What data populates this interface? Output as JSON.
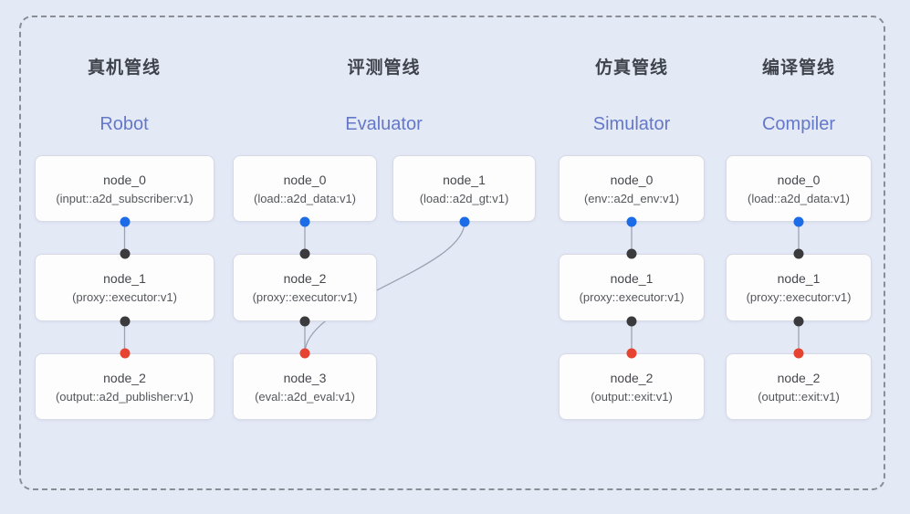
{
  "diagram": {
    "pipelines": [
      {
        "title_zh": "真机管线",
        "title_en": "Robot",
        "nodes": [
          {
            "name": "node_0",
            "type": "(input::a2d_subscriber:v1)"
          },
          {
            "name": "node_1",
            "type": "(proxy::executor:v1)"
          },
          {
            "name": "node_2",
            "type": "(output::a2d_publisher:v1)"
          }
        ]
      },
      {
        "title_zh": "评测管线",
        "title_en": "Evaluator",
        "nodes": [
          {
            "name": "node_0",
            "type": "(load::a2d_data:v1)"
          },
          {
            "name": "node_1",
            "type": "(load::a2d_gt:v1)"
          },
          {
            "name": "node_2",
            "type": "(proxy::executor:v1)"
          },
          {
            "name": "node_3",
            "type": "(eval::a2d_eval:v1)"
          }
        ]
      },
      {
        "title_zh": "仿真管线",
        "title_en": "Simulator",
        "nodes": [
          {
            "name": "node_0",
            "type": "(env::a2d_env:v1)"
          },
          {
            "name": "node_1",
            "type": "(proxy::executor:v1)"
          },
          {
            "name": "node_2",
            "type": "(output::exit:v1)"
          }
        ]
      },
      {
        "title_zh": "编译管线",
        "title_en": "Compiler",
        "nodes": [
          {
            "name": "node_0",
            "type": "(load::a2d_data:v1)"
          },
          {
            "name": "node_1",
            "type": "(proxy::executor:v1)"
          },
          {
            "name": "node_2",
            "type": "(output::exit:v1)"
          }
        ]
      }
    ],
    "colors": {
      "background": "#e4e9f6",
      "frame_dash": "#8b8d95",
      "node_fill": "#fdfdfe",
      "node_border": "#d6dae4",
      "wire": "#9aa3b2",
      "title_en_accent": "#6478c8",
      "title_zh_text": "#3f434b",
      "port_output_blue": "#1c6ce8",
      "port_input_black": "#3b3b3d",
      "port_terminal_red": "#e64430"
    }
  }
}
